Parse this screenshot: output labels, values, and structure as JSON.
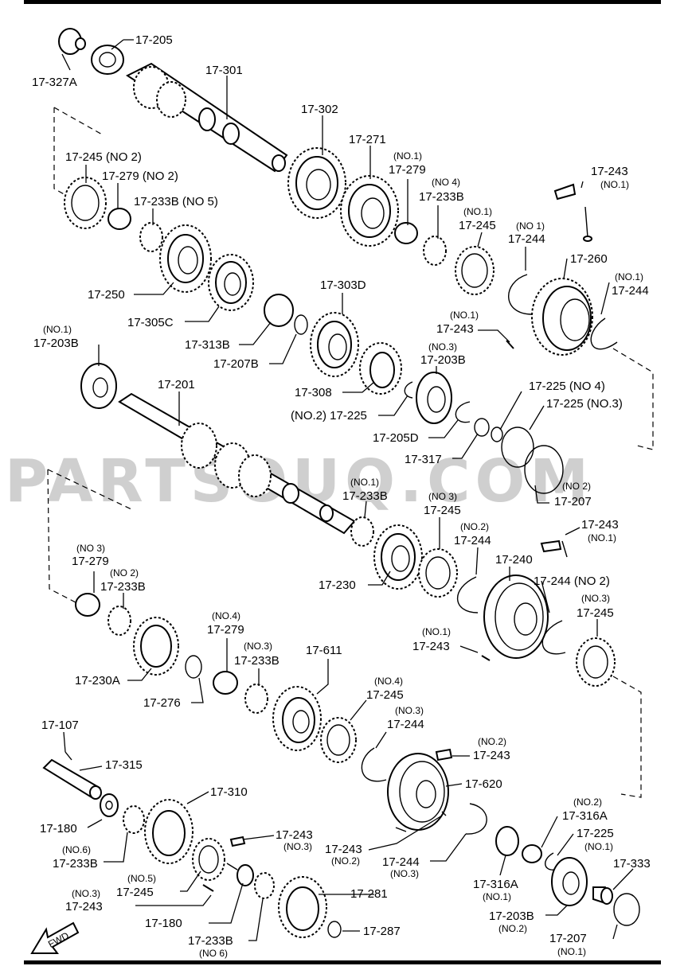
{
  "watermark": "PARTSOUQ.COM",
  "fwd_label": "FWD",
  "labels": {
    "l_327a": "17-327A",
    "l_205": "17-205",
    "l_301": "17-301",
    "l_302": "17-302",
    "l_271": "17-271",
    "l_245_no2": "17-245 (NO 2)",
    "l_279_no2": "17-279 (NO 2)",
    "l_233b_no5": "17-233B (NO 5)",
    "l_279_no1_a": "(NO.1)",
    "l_279_no1_b": "17-279",
    "l_233b_no4_a": "(NO 4)",
    "l_233b_no4_b": "17-233B",
    "l_243_top_a": "17-243",
    "l_243_top_b": "(NO.1)",
    "l_245_no1_a": "(NO.1)",
    "l_245_no1_b": "17-245",
    "l_244_no1_a": "(NO 1)",
    "l_244_no1_b": "17-244",
    "l_260": "17-260",
    "l_244_no1r_a": "(NO.1)",
    "l_244_no1r_b": "17-244",
    "l_250": "17-250",
    "l_305c": "17-305C",
    "l_303d": "17-303D",
    "l_243_mid_a": "(NO.1)",
    "l_243_mid_b": "17-243",
    "l_313b": "17-313B",
    "l_207b": "17-207B",
    "l_203b_no1_a": "(NO.1)",
    "l_203b_no1_b": "17-203B",
    "l_203b_no3_a": "(NO.3)",
    "l_203b_no3_b": "17-203B",
    "l_308": "17-308",
    "l_201": "17-201",
    "l_225_no2": "(NO.2) 17-225",
    "l_225_no4": "17-225 (NO 4)",
    "l_225_no3": "17-225 (NO.3)",
    "l_205d": "17-205D",
    "l_317": "17-317",
    "l_207_no2_a": "(NO 2)",
    "l_207_no2_b": "17-207",
    "l_233b_no1_a": "(NO.1)",
    "l_233b_no1_b": "17-233B",
    "l_245_no3_a": "(NO 3)",
    "l_245_no3_b": "17-245",
    "l_244_no2_a": "(NO.2)",
    "l_244_no2_b": "17-244",
    "l_243_r_a": "17-243",
    "l_243_r_b": "(NO.1)",
    "l_279_no3_a": "(NO 3)",
    "l_279_no3_b": "17-279",
    "l_233b_no2_a": "(NO 2)",
    "l_233b_no2_b": "17-233B",
    "l_240": "17-240",
    "l_244_no2r": "17-244 (NO 2)",
    "l_245_no3r_a": "(NO.3)",
    "l_245_no3r_b": "17-245",
    "l_230": "17-230",
    "l_243_mid2_a": "(NO.1)",
    "l_243_mid2_b": "17-243",
    "l_230a": "17-230A",
    "l_279_no4_a": "(NO.4)",
    "l_279_no4_b": "17-279",
    "l_233b_no3_a": "(NO.3)",
    "l_233b_no3_b": "17-233B",
    "l_611": "17-611",
    "l_276": "17-276",
    "l_245_no4_a": "(NO.4)",
    "l_245_no4_b": "17-245",
    "l_244_no3_a": "(NO.3)",
    "l_244_no3_b": "17-244",
    "l_107": "17-107",
    "l_315": "17-315",
    "l_243_no2": "17-243",
    "l_243_no2_a": "(NO.2)",
    "l_620": "17-620",
    "l_310": "17-310",
    "l_180": "17-180",
    "l_233b_no6_a": "(NO.6)",
    "l_233b_no6_b": "17-233B",
    "l_243_no3_a": "17-243",
    "l_243_no3_b": "(NO.3)",
    "l_245_no5_a": "(NO.5)",
    "l_245_no5_b": "17-245",
    "l_243_no3b_a": "(NO.3)",
    "l_243_no3b_b": "17-243",
    "l_243_no2b_a": "17-243",
    "l_243_no2b_b": "(NO.2)",
    "l_244_no3b_a": "17-244",
    "l_244_no3b_b": "(NO.3)",
    "l_316a_no2_a": "(NO.2)",
    "l_316a_no2_b": "17-316A",
    "l_225_no1_a": "17-225",
    "l_225_no1_b": "(NO.1)",
    "l_333": "17-333",
    "l_316a_no1_a": "17-316A",
    "l_316a_no1_b": "(NO.1)",
    "l_281": "17-281",
    "l_180b": "17-180",
    "l_233b_no6b_a": "17-233B",
    "l_233b_no6b_b": "(NO 6)",
    "l_287": "17-287",
    "l_203b_no2_a": "17-203B",
    "l_203b_no2_b": "(NO.2)",
    "l_207_no1_a": "17-207",
    "l_207_no1_b": "(NO.1)"
  }
}
